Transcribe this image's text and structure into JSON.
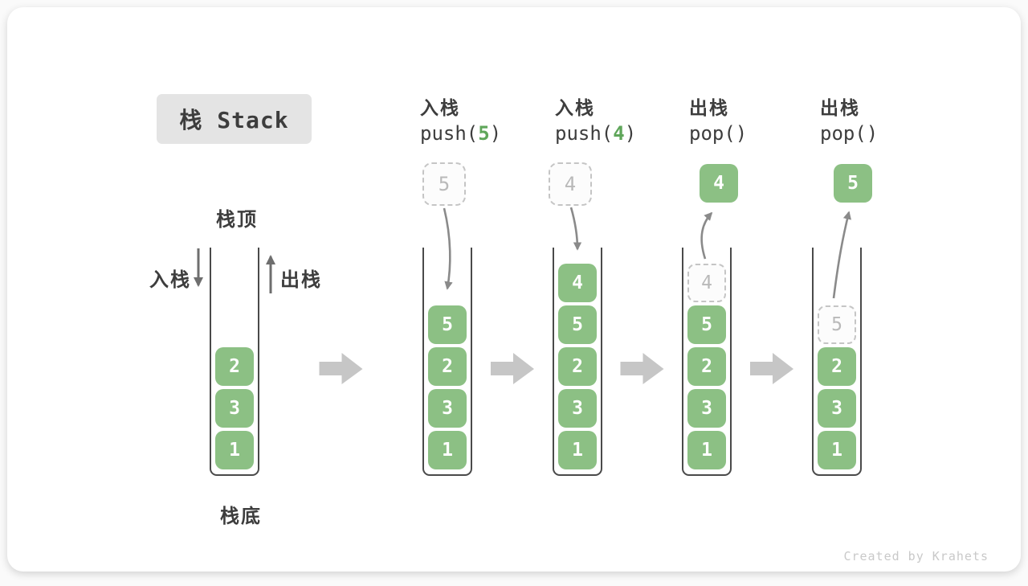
{
  "title": "栈 Stack",
  "watermark": "Created by Krahets",
  "side_labels": {
    "stack_top": "栈顶",
    "stack_bottom": "栈底",
    "push_direction": "入栈",
    "pop_direction": "出栈"
  },
  "colors": {
    "cell_green": "#8CC084",
    "code_green": "#5FA65A",
    "curved_arrow_gray": "#8A8A8A",
    "side_arrow_gray": "#6E6E6E",
    "block_arrow_gray": "#C6C6C6",
    "dashed_border": "#C5C5C5",
    "ghost_text": "#B9B9B9",
    "text_dark": "#3D3D3D",
    "title_box_bg": "#E4E4E4",
    "container_border": "#4A4A4A"
  },
  "operations": [
    {
      "label": "入栈",
      "code_prefix": "push(",
      "code_arg": "5",
      "code_suffix": ")"
    },
    {
      "label": "入栈",
      "code_prefix": "push(",
      "code_arg": "4",
      "code_suffix": ")"
    },
    {
      "label": "出栈",
      "code_prefix": "pop(",
      "code_arg": "",
      "code_suffix": ")"
    },
    {
      "label": "出栈",
      "code_prefix": "pop(",
      "code_arg": "",
      "code_suffix": ")"
    }
  ],
  "stacks": [
    {
      "cells_bottom_to_top": [
        "1",
        "3",
        "2"
      ]
    },
    {
      "cells_bottom_to_top": [
        "1",
        "3",
        "2",
        "5"
      ],
      "floating_box": {
        "value": "5",
        "style": "dashed"
      }
    },
    {
      "cells_bottom_to_top": [
        "1",
        "3",
        "2",
        "5",
        "4"
      ],
      "floating_box": {
        "value": "4",
        "style": "dashed"
      }
    },
    {
      "cells_bottom_to_top": [
        "1",
        "3",
        "2",
        "5"
      ],
      "ghost_cell": {
        "value": "4",
        "slot": 4
      },
      "floating_box": {
        "value": "4",
        "style": "solid"
      }
    },
    {
      "cells_bottom_to_top": [
        "1",
        "3",
        "2"
      ],
      "ghost_cell": {
        "value": "5",
        "slot": 3
      },
      "floating_box": {
        "value": "5",
        "style": "solid"
      }
    }
  ]
}
